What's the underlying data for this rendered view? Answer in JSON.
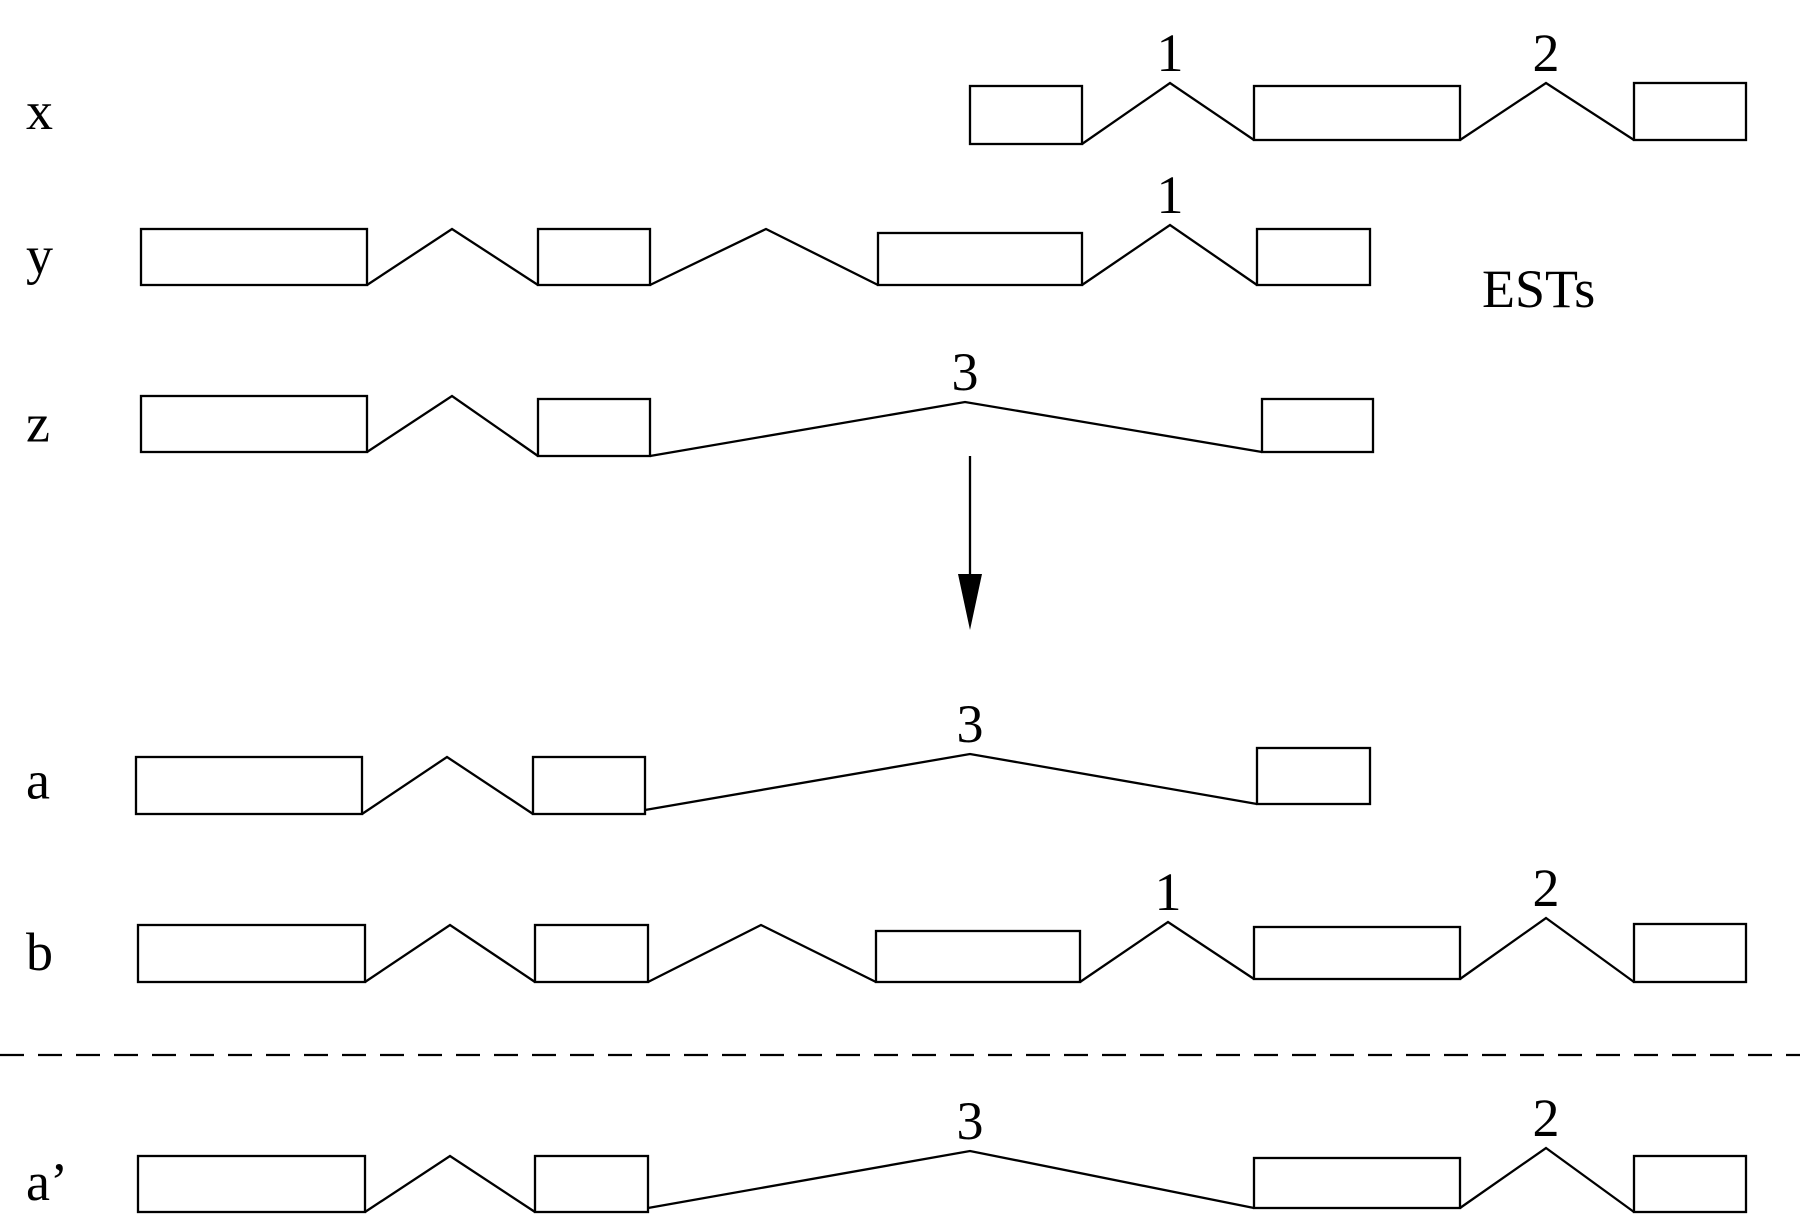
{
  "estsLabel": "ESTs",
  "tracks": [
    {
      "id": "x",
      "label": "x",
      "exons": [
        [
          970,
          1082,
          86,
          144
        ],
        [
          1254,
          1460,
          86,
          140
        ],
        [
          1634,
          1746,
          83,
          140
        ]
      ],
      "introns": [
        [
          1082,
          144,
          1170,
          83,
          1254,
          140
        ],
        [
          1460,
          140,
          1546,
          83,
          1634,
          140
        ]
      ],
      "junctions": [
        {
          "text": "1",
          "intron": 0
        },
        {
          "text": "2",
          "intron": 1
        }
      ]
    },
    {
      "id": "y",
      "label": "y",
      "exons": [
        [
          141,
          367,
          229,
          285
        ],
        [
          538,
          650,
          229,
          285
        ],
        [
          878,
          1082,
          233,
          285
        ],
        [
          1257,
          1370,
          229,
          285
        ]
      ],
      "introns": [
        [
          367,
          285,
          452,
          229,
          538,
          285
        ],
        [
          650,
          285,
          766,
          229,
          878,
          285
        ],
        [
          1082,
          285,
          1170,
          225,
          1257,
          285
        ]
      ],
      "junctions": [
        {
          "text": "1",
          "intron": 2
        }
      ]
    },
    {
      "id": "z",
      "label": "z",
      "exons": [
        [
          141,
          367,
          396,
          452
        ],
        [
          538,
          650,
          399,
          456
        ],
        [
          1262,
          1373,
          399,
          452
        ]
      ],
      "introns": [
        [
          367,
          452,
          452,
          396,
          538,
          456
        ],
        [
          650,
          456,
          965,
          402,
          1262,
          452
        ]
      ],
      "junctions": [
        {
          "text": "3",
          "intron": 1
        }
      ]
    },
    {
      "id": "a",
      "label": "a",
      "exons": [
        [
          136,
          362,
          757,
          814
        ],
        [
          533,
          645,
          757,
          814
        ],
        [
          1257,
          1370,
          748,
          804
        ]
      ],
      "introns": [
        [
          362,
          814,
          447,
          757,
          533,
          814
        ],
        [
          645,
          810,
          970,
          754,
          1257,
          804
        ]
      ],
      "junctions": [
        {
          "text": "3",
          "intron": 1
        }
      ]
    },
    {
      "id": "b",
      "label": "b",
      "exons": [
        [
          138,
          365,
          925,
          982
        ],
        [
          535,
          648,
          925,
          982
        ],
        [
          876,
          1080,
          931,
          982
        ],
        [
          1254,
          1460,
          927,
          979
        ],
        [
          1634,
          1746,
          924,
          982
        ]
      ],
      "introns": [
        [
          365,
          982,
          450,
          925,
          535,
          982
        ],
        [
          648,
          982,
          761,
          925,
          876,
          982
        ],
        [
          1080,
          982,
          1168,
          922,
          1254,
          979
        ],
        [
          1460,
          979,
          1546,
          918,
          1634,
          982
        ]
      ],
      "junctions": [
        {
          "text": "1",
          "intron": 2
        },
        {
          "text": "2",
          "intron": 3
        }
      ]
    },
    {
      "id": "a-prime",
      "label": "a’",
      "exons": [
        [
          138,
          365,
          1156,
          1212
        ],
        [
          535,
          648,
          1156,
          1212
        ],
        [
          1254,
          1460,
          1158,
          1208
        ],
        [
          1634,
          1746,
          1156,
          1212
        ]
      ],
      "introns": [
        [
          365,
          1212,
          450,
          1156,
          535,
          1212
        ],
        [
          648,
          1208,
          970,
          1151,
          1254,
          1208
        ],
        [
          1460,
          1208,
          1546,
          1148,
          1634,
          1212
        ]
      ],
      "junctions": [
        {
          "text": "3",
          "intron": 1
        },
        {
          "text": "2",
          "intron": 2
        }
      ]
    }
  ]
}
